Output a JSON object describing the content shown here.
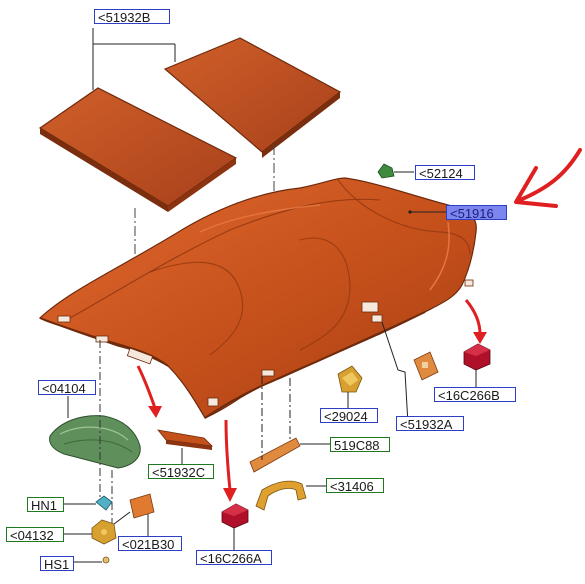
{
  "colors": {
    "part_fill": "#c4501a",
    "part_dark": "#8c3410",
    "part_light": "#e8733a",
    "visor_green": "#5f8f5a",
    "clip_yellow": "#e0a030",
    "clip_red": "#b0102a",
    "callout_blue": "#2d3fc7",
    "callout_green": "#1f7a1f",
    "highlight": "#7b86ee",
    "arrow_red": "#e02020"
  },
  "labels": {
    "l51932B": "<51932B",
    "l52124": "<52124",
    "l51916": "<51916",
    "l04104": "<04104",
    "l29024": "<29024",
    "l51932A": "<51932A",
    "l16C266B": "<16C266B",
    "l519C88": "519C88",
    "l51932C": "<51932C",
    "l31406": "<31406",
    "lHN1": "HN1",
    "l04132": "<04132",
    "l021B30": "<021B30",
    "l16C266A": "<16C266A",
    "lHS1": "HS1"
  }
}
